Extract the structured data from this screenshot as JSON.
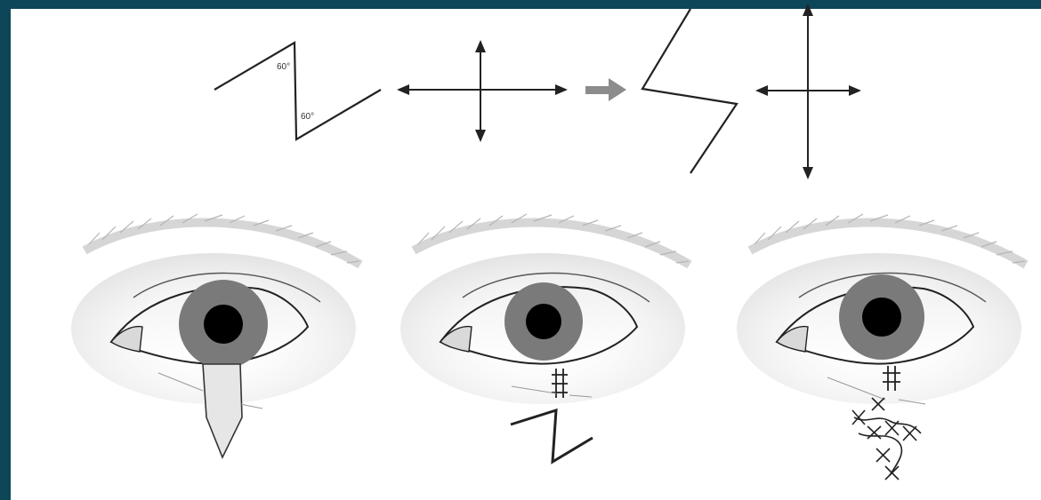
{
  "diagram": {
    "top_row": {
      "zplasty_angle_upper": "60°",
      "zplasty_angle_lower": "60°"
    },
    "panels": [
      {
        "step": "flap-excision"
      },
      {
        "step": "z-plasty-incision"
      },
      {
        "step": "transposed-flaps-sutured"
      }
    ],
    "colors": {
      "frame_border": "#0d4559",
      "background": "#ffffff",
      "line": "#222222",
      "iris": "#7a7a7a",
      "pupil": "#000000",
      "transition_arrow": "#8c8c8c",
      "brow": "#b5b5b5"
    }
  }
}
